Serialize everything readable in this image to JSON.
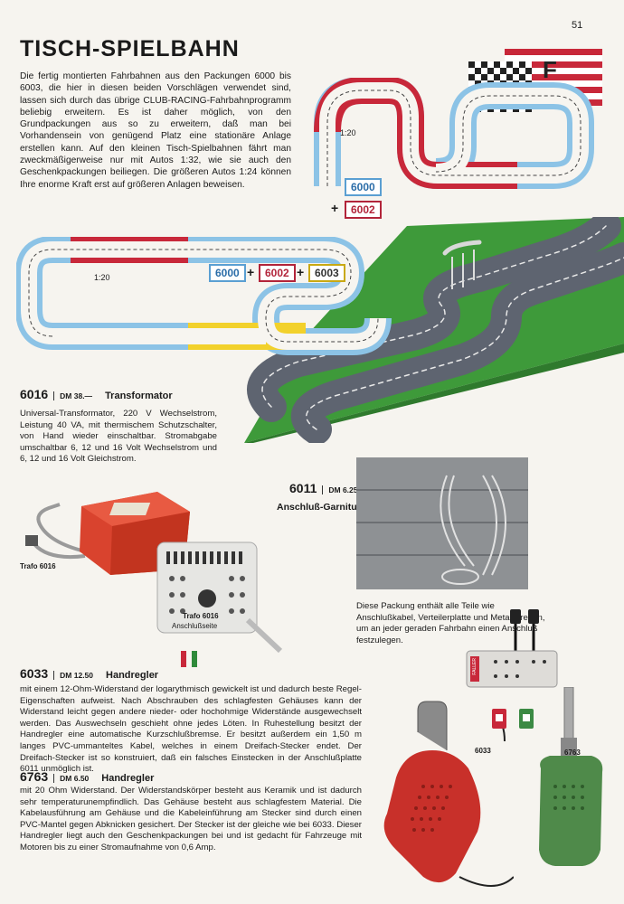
{
  "page_number": "51",
  "title": "TISCH-SPIELBAHN",
  "intro_text": "Die fertig montierten Fahrbahnen aus den Packungen 6000 bis 6003, die hier in diesen beiden Vorschlägen verwendet sind, lassen sich durch das übrige CLUB-RACING-Fahrbahnprogramm beliebig erweitern. Es ist daher möglich, von den Grundpackungen aus so zu erweitern, daß man bei Vorhandensein von genügend Platz eine stationäre Anlage erstellen kann. Auf den kleinen Tisch-Spielbahnen fährt man zweckmäßigerweise nur mit Autos 1:32, wie sie auch den Geschenkpackungen beiliegen. Die größeren Autos 1:24 können Ihre enorme Kraft erst auf größeren Anlagen beweisen.",
  "layout1": {
    "scale": "1:20",
    "pkg_a": "6000",
    "plus": "+",
    "pkg_b": "6002"
  },
  "layout2": {
    "scale": "1:20",
    "pkg_a": "6000",
    "plus1": "+",
    "pkg_b": "6002",
    "plus2": "+",
    "pkg_c": "6003"
  },
  "flag_letter": "F",
  "products": {
    "p6016": {
      "number": "6016",
      "price": "DM 38.—",
      "name": "Transformator",
      "desc": "Universal-Transformator, 220 V Wechselstrom, Leistung 40 VA, mit thermischem Schutzschalter, von Hand wieder einschaltbar. Stromabgabe umschaltbar 6, 12 und 16 Volt Wechselstrom und 6, 12 und 16 Volt Gleichstrom."
    },
    "p6011": {
      "number": "6011",
      "price": "DM 6.25",
      "name": "Anschluß-Garnitur",
      "desc": "Diese Packung enthält alle Teile wie Anschlußkabel, Verteilerplatte und Metallstreben, um an jeder geraden Fahrbahn einen Anschluß festzulegen."
    },
    "p6033": {
      "number": "6033",
      "price": "DM 12.50",
      "name": "Handregler",
      "desc": "mit einem 12-Ohm-Widerstand der logarythmisch gewickelt ist und dadurch beste Regel-Eigenschaften aufweist. Nach Abschrauben des schlagfesten Gehäuses kann der Widerstand leicht gegen andere nieder- oder hochohmige Widerstände ausgewechselt werden. Das Auswechseln geschieht ohne jedes Löten. In Ruhestellung besitzt der Handregler eine automatische Kurzschlußbremse. Er besitzt außerdem ein 1,50 m langes PVC-ummanteltes Kabel, welches in einem Dreifach-Stecker endet. Der Dreifach-Stecker ist so konstruiert, daß ein falsches Einstecken in der Anschlußplatte 6011 unmöglich ist."
    },
    "p6763": {
      "number": "6763",
      "price": "DM 6.50",
      "name": "Handregler",
      "desc": "mit 20 Ohm Widerstand. Der Widerstandskörper besteht aus Keramik und ist dadurch sehr temperaturunempfindlich. Das Gehäuse besteht aus schlagfestem Material. Die Kabelausführung am Gehäuse und die Kabeleinführung am Stecker sind durch einen PVC-Mantel gegen Abknicken gesichert. Der Stecker ist der gleiche wie bei 6033. Dieser Handregler liegt auch den Geschenkpackungen bei und ist gedacht für Fahrzeuge mit Motoren bis zu einer Stromaufnahme von 0,6 Amp."
    }
  },
  "captions": {
    "trafo": "Trafo 6016",
    "trafo_side_1": "Trafo 6016",
    "trafo_side_2": "Anschlußseite",
    "ctrl_6033": "6033",
    "ctrl_6763": "6763",
    "box_label": "FALLER"
  },
  "colors": {
    "track_red": "#c8283a",
    "track_blue": "#8cc3e6",
    "track_yellow": "#f2d12b",
    "grass": "#3e9a3a",
    "trafo_red": "#d9432e",
    "ctrl_green": "#4f8a4a"
  }
}
